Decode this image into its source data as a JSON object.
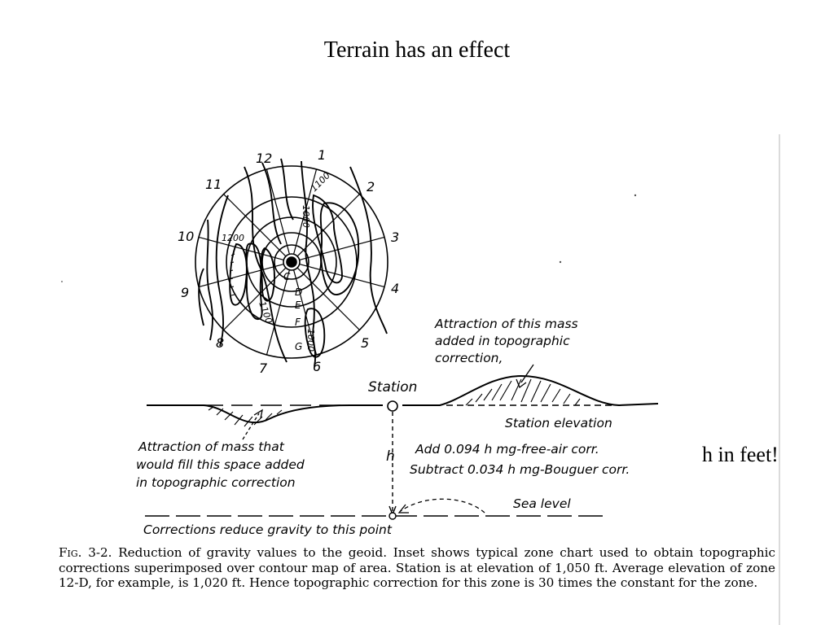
{
  "slide": {
    "title": "Terrain has an effect",
    "side_note": "h in feet!"
  },
  "zone_chart": {
    "sector_labels": [
      "12",
      "1",
      "2",
      "3",
      "4",
      "5",
      "6",
      "7",
      "8",
      "9",
      "10",
      "11"
    ],
    "ring_labels": [
      "C",
      "D",
      "E",
      "F",
      "G"
    ],
    "contour_labels": [
      "1100",
      "1000",
      "1200",
      "1100",
      "1000"
    ]
  },
  "profile": {
    "station_label": "Station",
    "mass_note_lines": [
      "Attraction of this mass",
      "added in topographic",
      "correction,"
    ],
    "station_elevation_label": "Station elevation",
    "h_label": "h",
    "add_line": "Add 0.094 h mg-free-air corr.",
    "subtract_line": "Subtract 0.034 h mg-Bouguer corr.",
    "fill_note_lines": [
      "Attraction of mass that",
      "would fill this space added",
      "in topographic correction"
    ],
    "sea_level_label": "Sea level",
    "reduce_note": "Corrections reduce gravity to this point"
  },
  "caption": {
    "lead": "Fig. 3-2.",
    "text": "Reduction of gravity values to the geoid. Inset shows typical zone chart used to obtain topographic corrections superimposed over contour map of area. Station is at elevation of 1,050 ft. Average elevation of zone 12-D, for example, is 1,020 ft. Hence topographic correction for this zone is 30 times the constant for the zone."
  }
}
